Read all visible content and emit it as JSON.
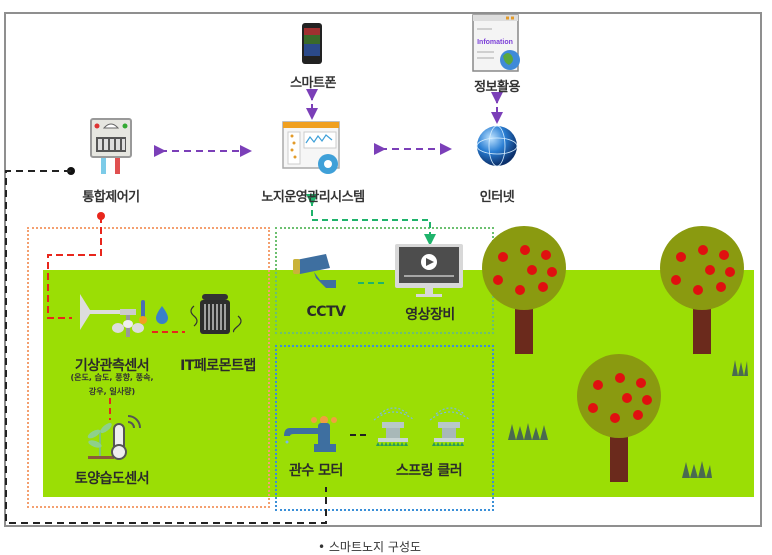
{
  "diagram": {
    "caption": "• 스마트노지 구성도",
    "nodes": {
      "smartphone": {
        "label": "스마트폰",
        "icon": "smartphone-icon"
      },
      "info_use": {
        "label": "정보활용",
        "icon": "information-document-icon",
        "icon_text": "Infomation"
      },
      "controller": {
        "label": "통합제어기",
        "icon": "control-panel-icon"
      },
      "system": {
        "label": "노지운영관리시스템",
        "icon": "management-dashboard-icon"
      },
      "internet": {
        "label": "인터넷",
        "icon": "globe-icon"
      },
      "weather_sensor": {
        "label": "기상관측센서",
        "sub_line1": "(온도, 습도, 풍향, 풍속,",
        "sub_line2": "강우, 일사량)",
        "icon": "weather-station-icon"
      },
      "pheromone_trap": {
        "label": "IT페로몬트랩",
        "icon": "insect-trap-icon"
      },
      "soil_sensor": {
        "label": "토양습도센서",
        "icon": "soil-moisture-sensor-icon"
      },
      "cctv": {
        "label": "CCTV",
        "icon": "cctv-camera-icon"
      },
      "video": {
        "label": "영상장비",
        "icon": "video-monitor-icon"
      },
      "pump": {
        "label": "관수 모터",
        "icon": "water-faucet-icon"
      },
      "sprinkler": {
        "label": "스프링 클러",
        "icon": "sprinkler-icon"
      }
    },
    "colors": {
      "field": "#9bde05",
      "internet_links": "#7b3fb8",
      "sensor_links": "#e8261c",
      "video_links": "#1fb36b",
      "control_link": "#222222",
      "sensor_group_border": "#f4a070",
      "video_group_border": "#6cc070",
      "irrigation_group_border": "#3a8fd8",
      "tree_canopy": "#8a9a10",
      "tree_trunk": "#6b2a1c",
      "apple": "#e01010"
    }
  }
}
